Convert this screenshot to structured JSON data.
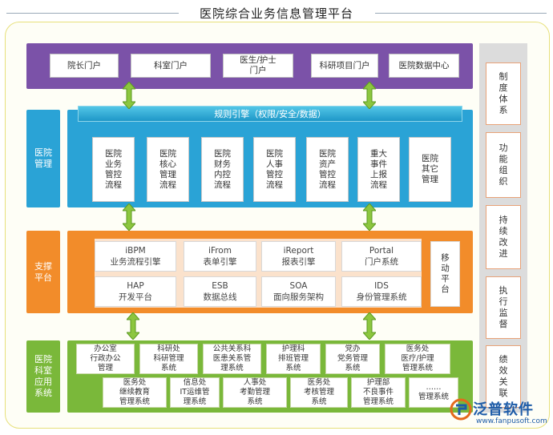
{
  "title": "医院综合业务信息管理平台",
  "colors": {
    "purple": "#7b52a8",
    "blue": "#2aa3d6",
    "orange": "#f28c2a",
    "green": "#7ab83a",
    "arrow_green": "#8cc63f",
    "right_border": "#e8a278",
    "logo_blue": "#1e5ca8"
  },
  "portals": [
    "院长门户",
    "科室门户",
    "医生/护士\n门户",
    "科研项目门户",
    "医院数据中心"
  ],
  "management": {
    "side_label": "医院\n管理",
    "engine": "规则引擎（权限/安全/数据）",
    "boxes": [
      "医院\n业务\n管控\n流程",
      "医院\n核心\n管理\n流程",
      "医院\n财务\n内控\n流程",
      "医院\n人事\n管控\n流程",
      "医院\n资产\n管控\n流程",
      "重大\n事件\n上报\n流程",
      "医院\n其它\n管理"
    ]
  },
  "support": {
    "side_label": "支撑\n平台",
    "top": [
      {
        "name": "iBPM",
        "desc": "业务流程引擎"
      },
      {
        "name": "iFrom",
        "desc": "表单引擎"
      },
      {
        "name": "iReport",
        "desc": "报表引擎"
      },
      {
        "name": "Portal",
        "desc": "门户系统"
      }
    ],
    "bottom": [
      {
        "name": "HAP",
        "desc": "开发平台"
      },
      {
        "name": "ESB",
        "desc": "数据总线"
      },
      {
        "name": "SOA",
        "desc": "面向服务架构"
      },
      {
        "name": "IDS",
        "desc": "身份管理系统"
      }
    ],
    "mobile": "移\n动\n平\n台"
  },
  "systems": {
    "side_label": "医院\n科室\n应用\n系统",
    "row1": [
      "办公室\n行政办公\n管理",
      "科研处\n科研管理\n系统",
      "公共关系科\n医患关系管\n理系统",
      "护理科\n排班管理\n系统",
      "党办\n党务管理\n系统",
      "医务处\n医疗/护理\n管理系统"
    ],
    "row2": [
      "医务处\n继续教育\n管理系统",
      "信息处\nIT运维管\n理系统",
      "人事处\n考勤管理\n系统",
      "医务处\n考核管理\n系统",
      "护理部\n不良事件\n管理系统",
      "……\n管理系统"
    ]
  },
  "right": [
    "制\n度\n体\n系",
    "功\n能\n组\n织",
    "持\n续\n改\n进",
    "执\n行\n监\n督",
    "绩\n效\n关\n联"
  ],
  "logo": {
    "name": "泛普软件",
    "url": "www.fanpusoft.com"
  }
}
